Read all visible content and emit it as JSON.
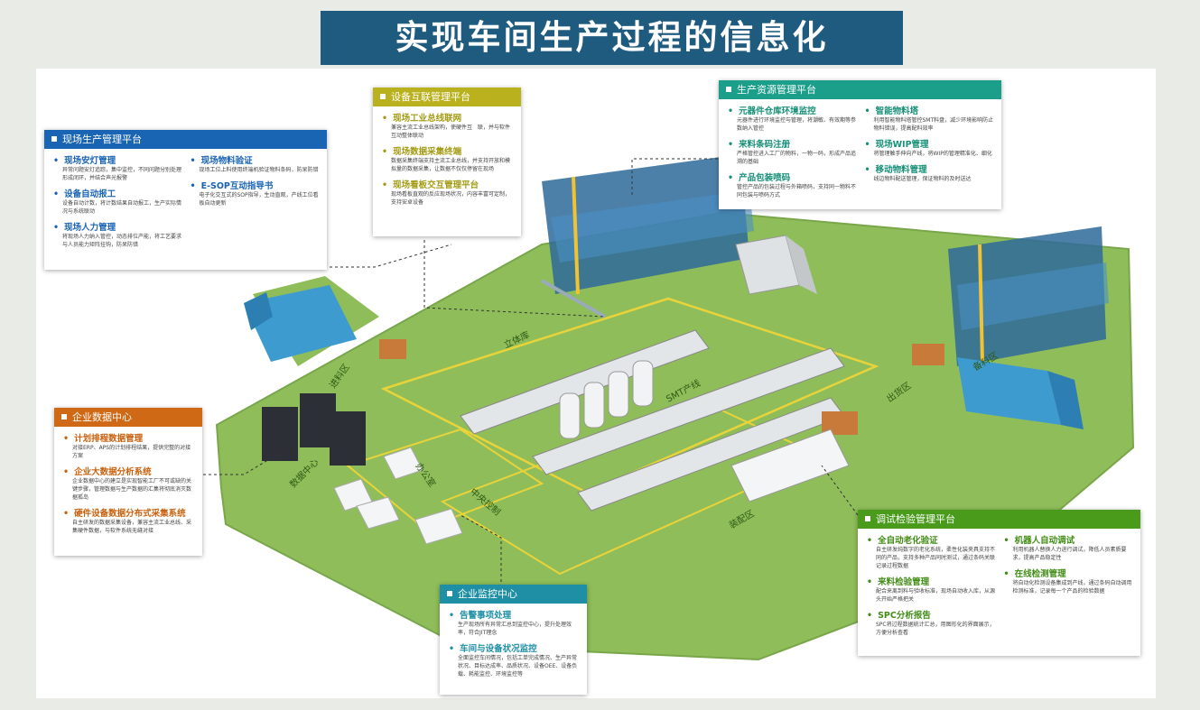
{
  "page_title": "实现车间生产过程的信息化",
  "colors": {
    "title_bg": "#1f5b7f",
    "floor_green": "#8fbd5a",
    "track_yellow": "#e8d43a",
    "rack_blue": "#2e6a9a"
  },
  "zones": {
    "smt": "SMT产线",
    "inbound": "进料区",
    "shipping": "出货区",
    "assembly": "装配区",
    "datacenter": "数据中心",
    "office": "办公室",
    "control": "中央控制",
    "lift": "立体库",
    "cold": "备料区"
  },
  "cards": {
    "site": {
      "title": "现场生产管理平台",
      "col1": [
        {
          "t": "现场安灯管理",
          "d": "异常问题安灯追踪，集中监控，不同问题分别处理形成闭环，并结合声光报警"
        },
        {
          "t": "设备自动报工",
          "d": "设备自动计数，将计数结果自动报工，生产实际情况与系统联动"
        },
        {
          "t": "现场人力管理",
          "d": "将现场人力纳入管控，动态排位产能，将工艺要求与人员能力矩阵挂钩，防呆防错"
        }
      ],
      "col2": [
        {
          "t": "现场物料验证",
          "d": "现场工位上料使用终端机验证物料条码，防呆防错"
        },
        {
          "t": "E-SOP互动指导书",
          "d": "电子化交互式的SOP指导，生动直观，产线工位看板自动更新"
        }
      ]
    },
    "device": {
      "title": "设备互联管理平台",
      "items": [
        {
          "t": "现场工业总线联网",
          "d": "兼容主流工业总线架构，使硬件互　联，并与软件互动整体联动"
        },
        {
          "t": "现场数据采集终端",
          "d": "数据采集终端支持主流工业总线，并支持开放和模拟量的数据采集，让数据不仅仅停留在现场"
        },
        {
          "t": "现场看板交互管理平台",
          "d": "现场看板直观的反应现场状况，内容丰富可定制，支持安卓设备"
        }
      ]
    },
    "resource": {
      "title": "生产资源管理平台",
      "col1": [
        {
          "t": "元器件仓库环境监控",
          "d": "元器件进行环境监控与管理，将潮敏、有效期等参数纳入管控"
        },
        {
          "t": "来料条码注册",
          "d": "严格管控进入工厂的物料，一物一码，形成产品追溯的基础"
        },
        {
          "t": "产品包装喷码",
          "d": "管控产品的包装过程与外箱喷码，支持同一物料不同包装与喷码方式"
        }
      ],
      "col2": [
        {
          "t": "智能物料塔",
          "d": "利用智能物料塔管控SMT料盘，减少环境影响防止物料错误，提高配料效率"
        },
        {
          "t": "现场WIP管理",
          "d": "将管理触手伸向产线，将WIP的管理精准化、细化"
        },
        {
          "t": "移动物料管理",
          "d": "线边物料配送管理，保证物料的及时送达"
        }
      ]
    },
    "data": {
      "title": "企业数据中心",
      "items": [
        {
          "t": "计划排程数据管理",
          "d": "对接ERP、APS的计划排程结果，提供完整的对接方案"
        },
        {
          "t": "企业大数据分析系统",
          "d": "企业数据中心的建立是实现智能工厂不可或缺的关键步骤，管理数据与生产数据的汇集将彻底消灭数据孤岛"
        },
        {
          "t": "硬件设备数据分布式采集系统",
          "d": "自主研发的数据采集设备，兼容主流工业总线、采集硬件数据，与软件系统无缝对接"
        }
      ]
    },
    "monitor": {
      "title": "企业监控中心",
      "items": [
        {
          "t": "告警事项处理",
          "d": "生产现场所有异常汇总到监控中心，提升处理效率，符合JIT理念"
        },
        {
          "t": "车间与设备状况监控",
          "d": "全面监控车间情况，包括工单完成情况、生产异常状况、目标达成率、品质状况、设备OEE、设备负载、耗能监控、环境监控等"
        }
      ]
    },
    "test": {
      "title": "调试检验管理平台",
      "col1": [
        {
          "t": "全自动老化验证",
          "d": "自主研发纯数字的老化系统，柔性化装夹具支持不同的产品，支持多种产品同时测试，通过条码关联记录过程数据"
        },
        {
          "t": "来料检验管理",
          "d": "配合来离到料与验收标准，现场自动收入库，从源头开始严格把关"
        },
        {
          "t": "SPC分析报告",
          "d": "SPC将过程数据统计汇总，用图形化的界面展示，方便分析查看"
        }
      ],
      "col2": [
        {
          "t": "机器人自动调试",
          "d": "利用机器人替换人力进行调试，降低人员素质要求，提高产品稳定性"
        },
        {
          "t": "在线检测管理",
          "d": "将自动化检测设备集成到产线，通过条码自动调用检测标准，记录每一个产品的检验数据"
        }
      ]
    }
  }
}
